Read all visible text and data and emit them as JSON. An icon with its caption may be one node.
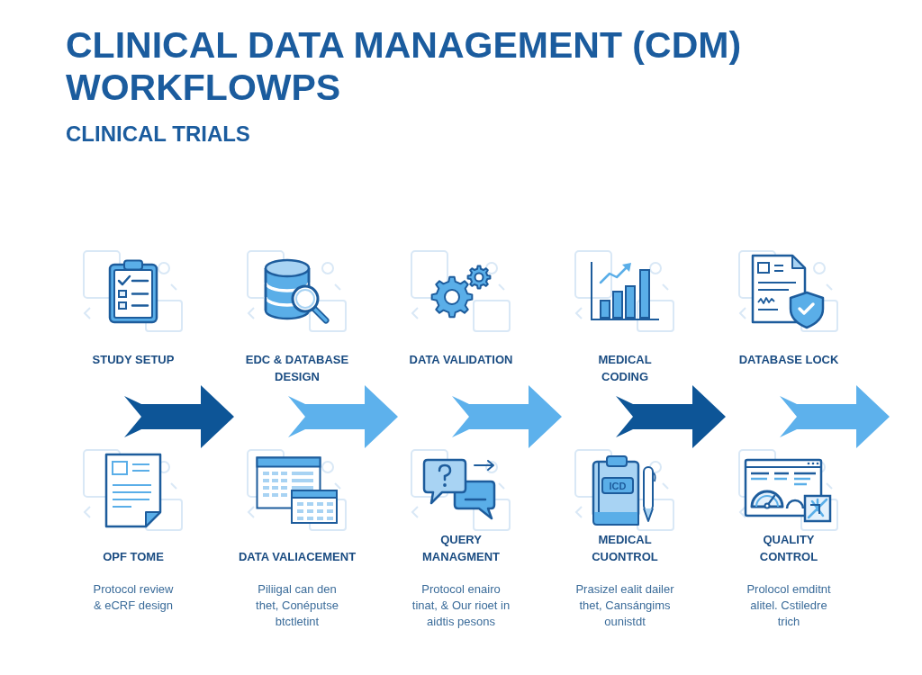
{
  "diagram": {
    "title": "CLINICAL DATA MANAGEMENT (CDM) WORKFLOWPS",
    "nodes": [
      {
        "text": [
          "STUDY SETUP"
        ]
      },
      {
        "text": [
          "EDC & DATABASE DESIGN"
        ]
      },
      {
        "text": [
          "DATA VALIDATION"
        ]
      },
      {
        "text": [
          "MEDICAL CODING"
        ]
      },
      {
        "text": [
          "DATABASE LOCK"
        ]
      },
      {
        "text": [
          "OPF TOME",
          "Protocol review & eCRF design"
        ]
      },
      {
        "text": [
          "DATA VALIACEMENT",
          "Piliigal can den thet, Conéputse btctletint"
        ]
      },
      {
        "text": [
          "QUERY MANAGMENT",
          "Protocol enairo tinat, & Our rioet in aidtis pesons"
        ]
      },
      {
        "text": [
          "MEDICAL CUONTROL",
          "Prasizel ealit dailer thet, Cansángims ounistdt"
        ]
      },
      {
        "text": [
          "QUALITY CONTROL",
          "Prolocol emditnt alitel. Cstiledre trich"
        ]
      }
    ],
    "edges": [
      {
        "from": 0,
        "to": 1,
        "arrow": "to",
        "color": "#0d5597"
      },
      {
        "from": 1,
        "to": 2,
        "arrow": "to"
      },
      {
        "from": 2,
        "to": 3,
        "arrow": "to"
      },
      {
        "from": 3,
        "to": 4,
        "arrow": "to",
        "color": "#0d5597"
      },
      {
        "from": 4,
        "to": null,
        "arrow": "to"
      }
    ],
    "labels": [
      "CLINICAL TRIALS",
      "ICD"
    ]
  }
}
